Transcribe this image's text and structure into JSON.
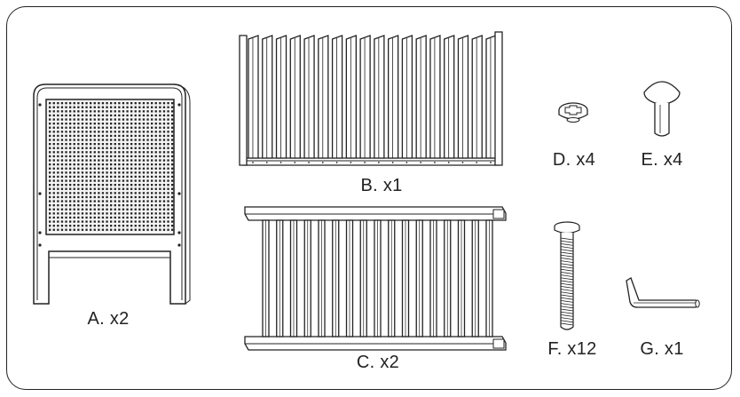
{
  "parts": [
    {
      "id": "A",
      "label": "A. x2",
      "name": "Headboard / footboard panel",
      "quantity": 2
    },
    {
      "id": "B",
      "label": "B. x1",
      "name": "Slatted side rail",
      "quantity": 1
    },
    {
      "id": "C",
      "label": "C. x2",
      "name": "Slatted side rail with end brackets",
      "quantity": 2
    },
    {
      "id": "D",
      "label": "D. x4",
      "name": "Phillips screw",
      "quantity": 4
    },
    {
      "id": "E",
      "label": "E. x4",
      "name": "Wooden dowel / peg",
      "quantity": 4
    },
    {
      "id": "F",
      "label": "F. x12",
      "name": "Threaded bolt",
      "quantity": 12
    },
    {
      "id": "G",
      "label": "G. x1",
      "name": "Allen key",
      "quantity": 1
    }
  ],
  "colors": {
    "line": "#222222",
    "background": "#ffffff",
    "panel_fill": "#f4f4f4"
  }
}
